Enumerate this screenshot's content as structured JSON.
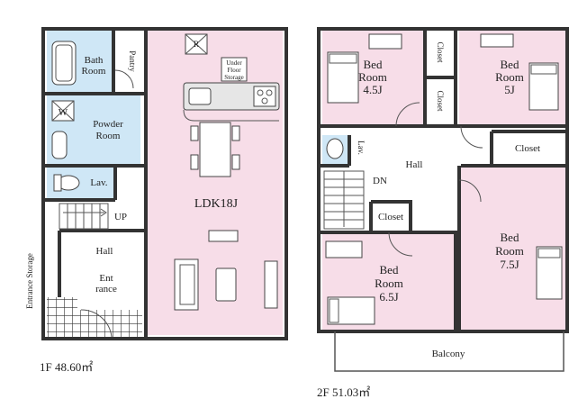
{
  "floor1": {
    "caption": "1F 48.60㎡",
    "rooms": {
      "bath": [
        "Bath",
        "Room"
      ],
      "pantry": "Pantry",
      "powder": [
        "Powder",
        "Room"
      ],
      "washer": "W",
      "lav": "Lav.",
      "up": "UP",
      "hall": "Hall",
      "entrance": [
        "Ent",
        "rance"
      ],
      "entrance_storage": "Entrance Storage",
      "ldk": "LDK18J",
      "under_floor": [
        "Under",
        "Floor",
        "Storage"
      ],
      "skylight": "R"
    }
  },
  "floor2": {
    "caption": "2F 51.03㎡",
    "rooms": {
      "bed1": [
        "Bed",
        "Room",
        "4.5J"
      ],
      "bed2": [
        "Bed",
        "Room",
        "5J"
      ],
      "closet_a": "Closet",
      "closet_b": "Closet",
      "closet_c": "Closet",
      "closet_d": "Closet",
      "lav": "Lav.",
      "hall": "Hall",
      "dn": "DN",
      "bed3": [
        "Bed",
        "Room",
        "7.5J"
      ],
      "bed4": [
        "Bed",
        "Room",
        "6.5J"
      ],
      "balcony": "Balcony"
    }
  },
  "colors": {
    "room_pink": "#f7dde8",
    "wet_blue": "#cfe7f6",
    "wall": "#333333"
  }
}
